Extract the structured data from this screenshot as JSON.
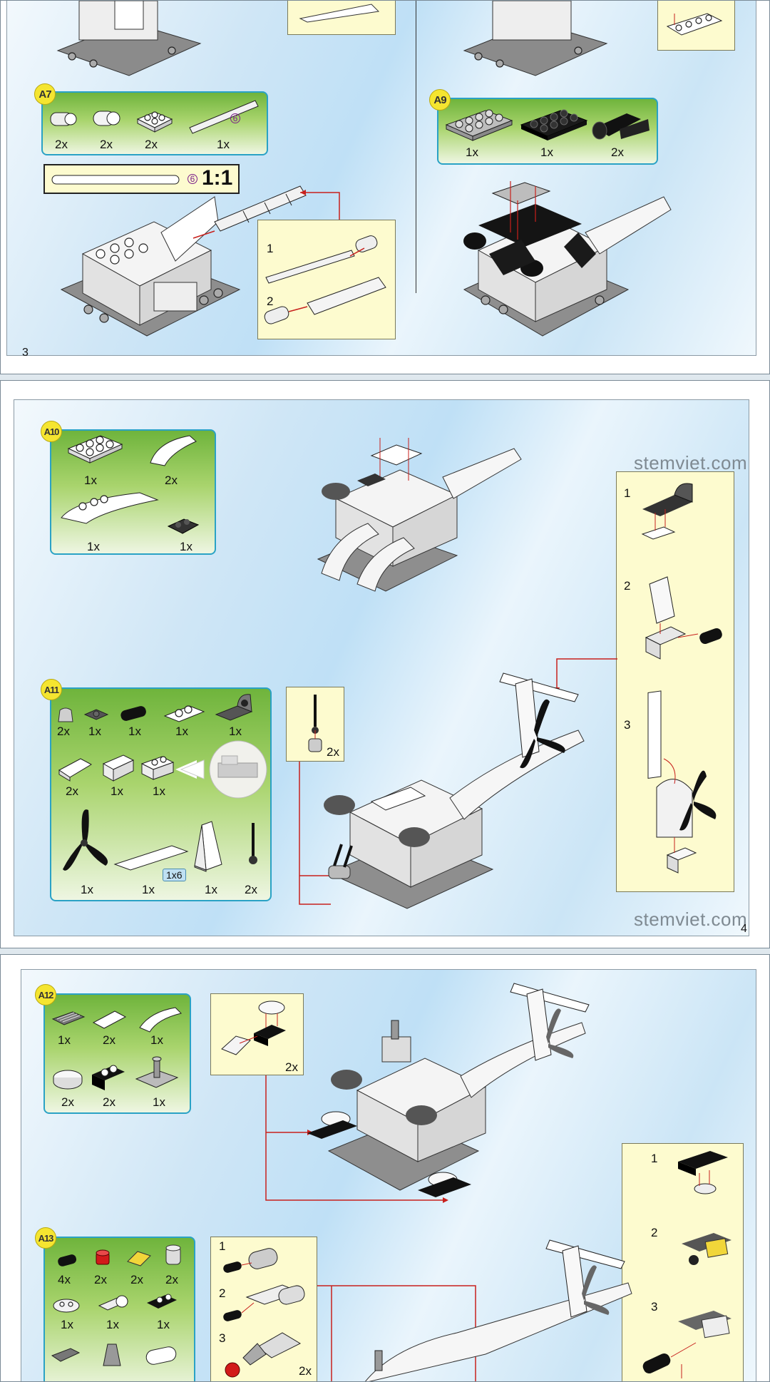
{
  "watermark": "stemviet.com",
  "pages": [
    {
      "page_number": "3",
      "steps": [
        {
          "id": "A7",
          "parts": [
            {
              "qty": "2x",
              "part": "axle-connector"
            },
            {
              "qty": "2x",
              "part": "round-brick"
            },
            {
              "qty": "2x",
              "part": "plate-2x2"
            },
            {
              "qty": "1x",
              "part": "axle-6"
            }
          ],
          "ruler_ratio": "1:1",
          "ruler_num": "6",
          "axle_num": "6",
          "substeps": [
            "1",
            "2"
          ]
        },
        {
          "id": "A9",
          "parts": [
            {
              "qty": "1x",
              "part": "plate-2x4-gray"
            },
            {
              "qty": "1x",
              "part": "plate-2x4-black"
            },
            {
              "qty": "2x",
              "part": "engine-black"
            }
          ]
        }
      ]
    },
    {
      "page_number": "4",
      "steps": [
        {
          "id": "A10",
          "parts": [
            {
              "qty": "1x",
              "part": "plate-2x3"
            },
            {
              "qty": "2x",
              "part": "curved-slope"
            },
            {
              "qty": "1x",
              "part": "wedge-plate"
            },
            {
              "qty": "1x",
              "part": "clip-plate"
            }
          ]
        },
        {
          "id": "A11",
          "parts": [
            {
              "qty": "2x"
            },
            {
              "qty": "1x"
            },
            {
              "qty": "1x"
            },
            {
              "qty": "1x"
            },
            {
              "qty": "1x"
            },
            {
              "qty": "2x"
            },
            {
              "qty": "1x"
            },
            {
              "qty": "1x"
            },
            {
              "qty": "1x"
            },
            {
              "qty": "1x"
            },
            {
              "qty": "1x"
            },
            {
              "qty": "2x"
            }
          ],
          "tile_tag": "1x6",
          "sub_qty": "2x",
          "substeps": [
            "1",
            "2",
            "3"
          ]
        }
      ]
    },
    {
      "page_number": "",
      "steps": [
        {
          "id": "A12",
          "parts": [
            {
              "qty": "1x"
            },
            {
              "qty": "2x"
            },
            {
              "qty": "1x"
            },
            {
              "qty": "2x"
            },
            {
              "qty": "2x"
            },
            {
              "qty": "1x"
            }
          ],
          "sub_qty": "2x",
          "substeps": [
            "1",
            "2",
            "3"
          ]
        },
        {
          "id": "A13",
          "parts": [
            {
              "qty": "4x"
            },
            {
              "qty": "2x"
            },
            {
              "qty": "2x"
            },
            {
              "qty": "2x"
            },
            {
              "qty": "1x"
            },
            {
              "qty": "1x"
            },
            {
              "qty": "1x"
            }
          ],
          "sub_qty": "2x",
          "substeps": [
            "1",
            "2",
            "3"
          ]
        }
      ]
    }
  ],
  "colors": {
    "parts_border": "#2aa2c5",
    "parts_green": "#6fb43c",
    "sub_bg": "#fdfbcf",
    "arrow": "#c8201c",
    "badge": "#f5e530"
  }
}
